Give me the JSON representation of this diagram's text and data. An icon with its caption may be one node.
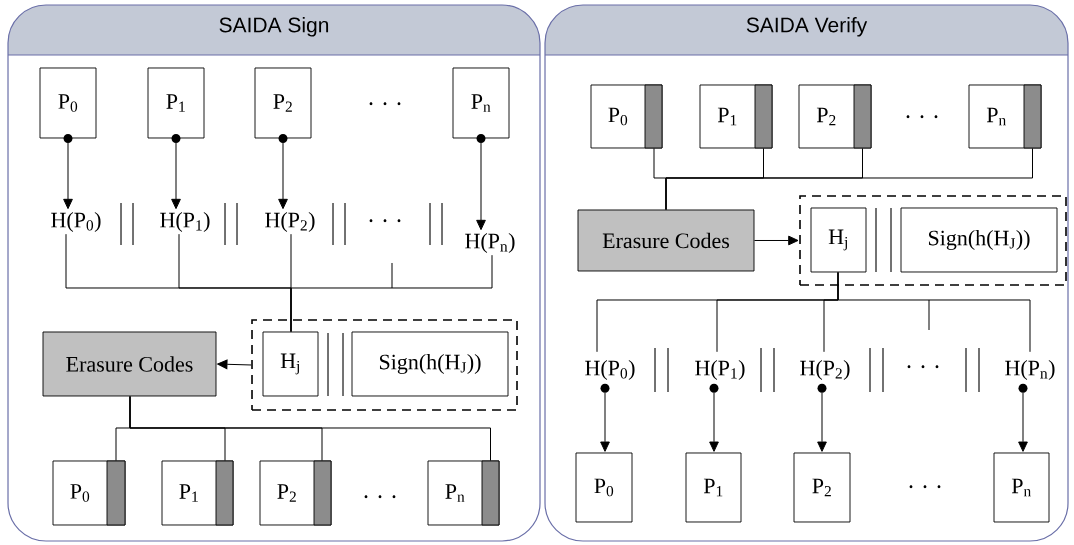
{
  "diagram": {
    "nodes": [
      {
        "text": [
          "SAIDA Sign"
        ]
      },
      {
        "text": [
          "P$_{0}$"
        ],
        "in": 0
      },
      {
        "text": [
          "P$_{1}$"
        ],
        "in": 0
      },
      {
        "text": [
          "P$_{2}$"
        ],
        "in": 0
      },
      {
        "text": [
          "P$_{n}$"
        ],
        "in": 0
      },
      {
        "text": [
          "H(P$_{0}$)"
        ],
        "in": 0
      },
      {
        "text": [
          "H(P$_{1}$)"
        ],
        "in": 0
      },
      {
        "text": [
          "H(P$_{2}$)"
        ],
        "in": 0
      },
      {
        "text": [
          "H(P$_{n}$)"
        ],
        "in": 0
      },
      {
        "text": [
          "Erasure Codes"
        ],
        "in": 0
      },
      {
        "text": [],
        "shape": "box",
        "in": 0
      },
      {
        "text": [
          "H$_{j}$"
        ],
        "in": 10
      },
      {
        "text": [
          "Sign(h(H$_{J}$))"
        ],
        "in": 10
      },
      {
        "text": [
          "P$_{0}$"
        ],
        "in": 0
      },
      {
        "text": [
          "P$_{1}$"
        ],
        "in": 0
      },
      {
        "text": [
          "P$_{2}$"
        ],
        "in": 0
      },
      {
        "text": [
          "P$_{n}$"
        ],
        "in": 0
      },
      {
        "text": [
          "SAIDA Verify"
        ]
      },
      {
        "text": [
          "P$_{0}$"
        ],
        "in": 17
      },
      {
        "text": [
          "P$_{1}$"
        ],
        "in": 17
      },
      {
        "text": [
          "P$_{2}$"
        ],
        "in": 17
      },
      {
        "text": [
          "P$_{n}$"
        ],
        "in": 17
      },
      {
        "text": [
          "Erasure Codes"
        ],
        "in": 17
      },
      {
        "text": [],
        "shape": "box",
        "in": 17
      },
      {
        "text": [
          "H$_{j}$"
        ],
        "in": 23
      },
      {
        "text": [
          "Sign(h(H$_{J}$))"
        ],
        "in": 23
      },
      {
        "text": [
          "H(P$_{0}$)"
        ],
        "in": 17
      },
      {
        "text": [
          "H(P$_{1}$)"
        ],
        "in": 17
      },
      {
        "text": [
          "H(P$_{2}$)"
        ],
        "in": 17
      },
      {
        "text": [
          "H(P$_{n}$)"
        ],
        "in": 17
      },
      {
        "text": [
          "P$_{0}$"
        ],
        "in": 17
      },
      {
        "text": [
          "P$_{1}$"
        ],
        "in": 17
      },
      {
        "text": [
          "P$_{2}$"
        ],
        "in": 17
      },
      {
        "text": [
          "P$_{n}$"
        ],
        "in": 17
      }
    ],
    "edges": [
      {
        "from": 1,
        "to": 5,
        "arrow": "to"
      },
      {
        "from": 2,
        "to": 6,
        "arrow": "to"
      },
      {
        "from": 3,
        "to": 7,
        "arrow": "to"
      },
      {
        "from": 4,
        "to": 8,
        "arrow": "to"
      },
      {
        "from": 5,
        "to": 11,
        "arrow": "none"
      },
      {
        "from": 6,
        "to": 11,
        "arrow": "none"
      },
      {
        "from": 7,
        "to": 11,
        "arrow": "none"
      },
      {
        "from": 8,
        "to": 11,
        "arrow": "none"
      },
      {
        "from": 10,
        "to": 9,
        "arrow": "to"
      },
      {
        "from": 9,
        "to": 13,
        "arrow": "none"
      },
      {
        "from": 9,
        "to": 14,
        "arrow": "none"
      },
      {
        "from": 9,
        "to": 15,
        "arrow": "none"
      },
      {
        "from": 9,
        "to": 16,
        "arrow": "none"
      },
      {
        "from": 18,
        "to": 22,
        "arrow": "none"
      },
      {
        "from": 19,
        "to": 22,
        "arrow": "none"
      },
      {
        "from": 20,
        "to": 22,
        "arrow": "none"
      },
      {
        "from": 21,
        "to": 22,
        "arrow": "none"
      },
      {
        "from": 22,
        "to": 23,
        "arrow": "to"
      },
      {
        "from": 24,
        "to": 26,
        "arrow": "none"
      },
      {
        "from": 24,
        "to": 27,
        "arrow": "none"
      },
      {
        "from": 24,
        "to": 28,
        "arrow": "none"
      },
      {
        "from": 24,
        "to": 29,
        "arrow": "none"
      },
      {
        "from": 26,
        "to": 30,
        "arrow": "to"
      },
      {
        "from": 27,
        "to": 31,
        "arrow": "to"
      },
      {
        "from": 28,
        "to": 32,
        "arrow": "to"
      },
      {
        "from": 29,
        "to": 33,
        "arrow": "to"
      }
    ],
    "labels": [
      "· · ·",
      "· · ·",
      "· · ·",
      "· · ·",
      "· · ·",
      "· · ·"
    ]
  }
}
